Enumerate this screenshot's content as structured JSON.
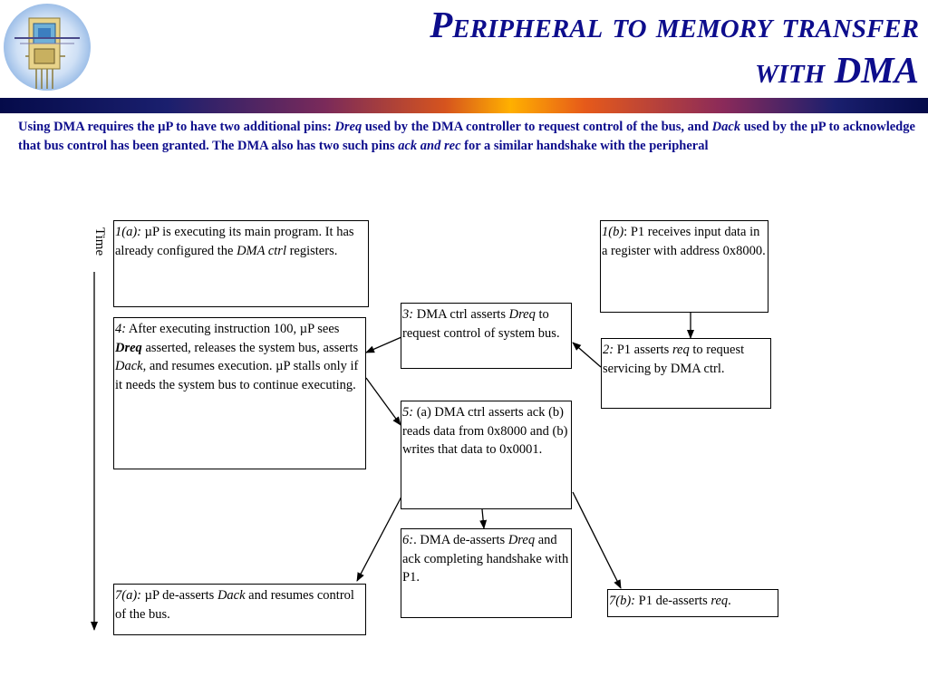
{
  "slide": {
    "title_line1": "Peripheral to memory transfer",
    "title_line2": "with DMA",
    "intro": {
      "p1": "Using DMA requires the  µP to have two additional pins: ",
      "p1_em": "Dreq",
      "p2": " used by the DMA controller to request control of the bus, and ",
      "p2_em": "Dack",
      "p3": " used by the µP to acknowledge that bus control has been granted. The DMA also has two such pins ",
      "p3_em": "ack and rec",
      "p4": " for a similar handshake with the peripheral"
    },
    "time_label": "Time"
  },
  "steps": {
    "s1a": {
      "tag": "1(a):",
      "t1": " µP is executing its main program. It has already configured the ",
      "em": "DMA ctrl",
      "t2": " registers."
    },
    "s1b": {
      "tag": "1(b)",
      "t1": ": P1 receives input data in a register with address 0x8000."
    },
    "s2": {
      "tag": "2:",
      "t1": " P1 asserts ",
      "em": "req",
      "t2": " to request servicing by DMA ctrl."
    },
    "s3": {
      "tag": "3:",
      "t1": " DMA ctrl asserts ",
      "em": "Dreq",
      "t2": " to request control of system bus."
    },
    "s4": {
      "tag": "4:",
      "t1": " After executing instruction 100, µP sees ",
      "em": "Dreq",
      "t2": " asserted, releases the system bus, asserts ",
      "em2": "Dack",
      "t3": ", and resumes execution. µP stalls only if it needs the system bus to continue executing."
    },
    "s5": {
      "tag": "5:",
      "t1": " (a) DMA ctrl asserts ack (b) reads data from 0x8000 and (b) writes that data to 0x0001."
    },
    "s6": {
      "tag": "6:",
      "t1": ". DMA de-asserts ",
      "em": "Dreq",
      "t2": " and ack completing handshake with P1."
    },
    "s7a": {
      "tag": "7(a):",
      "t1": " µP de-asserts ",
      "em": "Dack",
      "t2": " and resumes control of the bus."
    },
    "s7b": {
      "tag": "7(b):",
      "t1": " P1 de-asserts ",
      "em": "req",
      "t2": "."
    }
  },
  "colors": {
    "title": "#0d0d8c",
    "intro": "#0d0d8c",
    "box_border": "#000000",
    "arrow": "#000000"
  },
  "icons": {
    "logo": "circuit-chip-logo"
  }
}
